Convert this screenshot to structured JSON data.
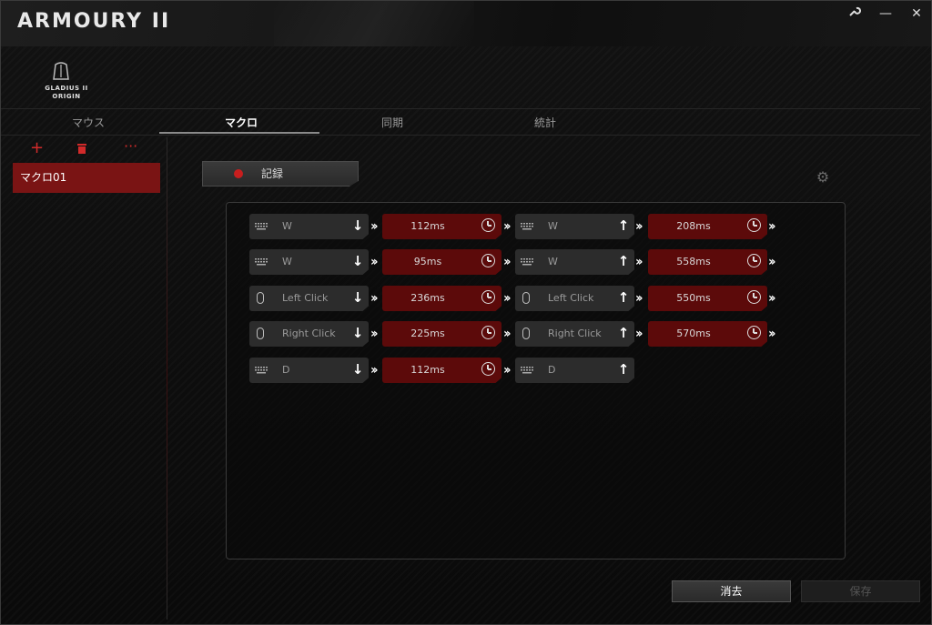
{
  "app": {
    "title": "ARMOURY II",
    "device_name_line1": "GLADIUS II",
    "device_name_line2": "ORIGIN"
  },
  "window_controls": {
    "settings_icon": "wrench-icon",
    "minimize": "—",
    "close": "✕"
  },
  "tabs": [
    {
      "label": "マウス",
      "active": false
    },
    {
      "label": "マクロ",
      "active": true
    },
    {
      "label": "同期",
      "active": false
    },
    {
      "label": "統計",
      "active": false
    }
  ],
  "sidebar": {
    "tools": {
      "add": "+",
      "delete_icon": "trash-icon",
      "more": "···"
    },
    "items": [
      {
        "label": "マクロ01",
        "selected": true
      }
    ]
  },
  "record": {
    "label": "記録"
  },
  "macro": {
    "rows": [
      {
        "k1": "W",
        "k1_type": "keyboard",
        "d1": "112ms",
        "k2": "W",
        "k2_type": "keyboard",
        "d2": "208ms"
      },
      {
        "k1": "W",
        "k1_type": "keyboard",
        "d1": "95ms",
        "k2": "W",
        "k2_type": "keyboard",
        "d2": "558ms"
      },
      {
        "k1": "Left Click",
        "k1_type": "mouse",
        "d1": "236ms",
        "k2": "Left Click",
        "k2_type": "mouse",
        "d2": "550ms"
      },
      {
        "k1": "Right Click",
        "k1_type": "mouse",
        "d1": "225ms",
        "k2": "Right Click",
        "k2_type": "mouse",
        "d2": "570ms"
      },
      {
        "k1": "D",
        "k1_type": "keyboard",
        "d1": "112ms",
        "k2": "D",
        "k2_type": "keyboard",
        "d2": ""
      }
    ]
  },
  "buttons": {
    "clear": "消去",
    "save": "保存"
  },
  "colors": {
    "accent": "#c81e1e",
    "selected": "#7a1414",
    "delay_bg": "#5c0a0a"
  }
}
